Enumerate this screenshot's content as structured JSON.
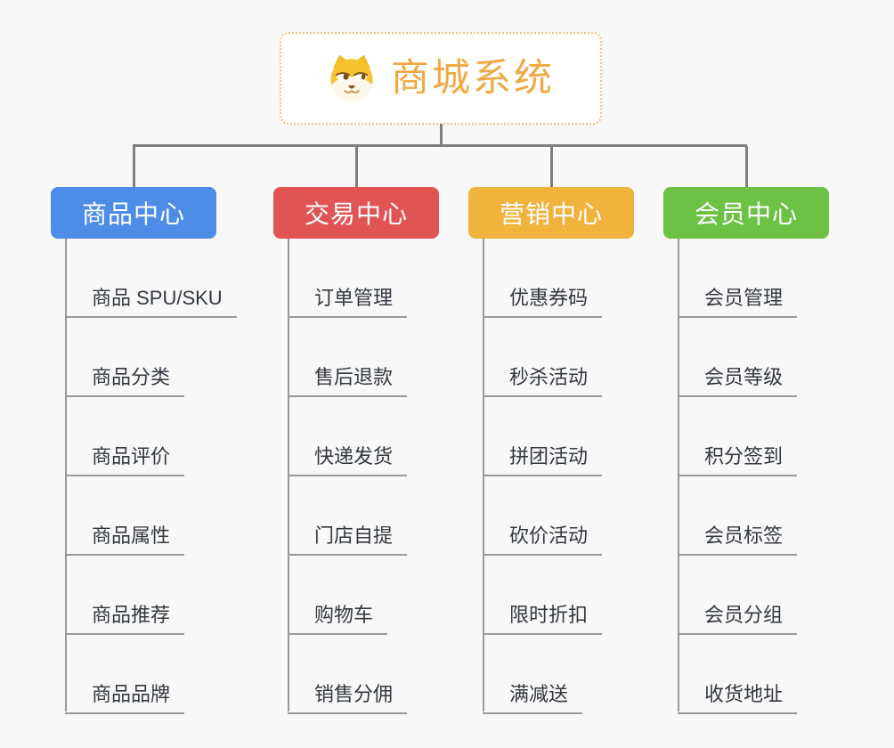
{
  "diagram_title": "商城系统",
  "colors": {
    "background": "#F8F8F8",
    "connector": "#7F7F7F",
    "item_line": "#9A9A9A",
    "item_text": "#33383F",
    "root_text": "#F0A843",
    "root_border": "#F5C37B"
  },
  "root": {
    "title": "商城系统",
    "icon": "dog-face-icon"
  },
  "branches": [
    {
      "label": "商品中心",
      "color": "#4D8DE8",
      "items": [
        "商品 SPU/SKU",
        "商品分类",
        "商品评价",
        "商品属性",
        "商品推荐",
        "商品品牌"
      ]
    },
    {
      "label": "交易中心",
      "color": "#E15454",
      "items": [
        "订单管理",
        "售后退款",
        "快递发货",
        "门店自提",
        "购物车",
        "销售分佣"
      ]
    },
    {
      "label": "营销中心",
      "color": "#EFB33E",
      "items": [
        "优惠券码",
        "秒杀活动",
        "拼团活动",
        "砍价活动",
        "限时折扣",
        "满减送"
      ]
    },
    {
      "label": "会员中心",
      "color": "#6DC145",
      "items": [
        "会员管理",
        "会员等级",
        "积分签到",
        "会员标签",
        "会员分组",
        "收货地址"
      ]
    }
  ]
}
